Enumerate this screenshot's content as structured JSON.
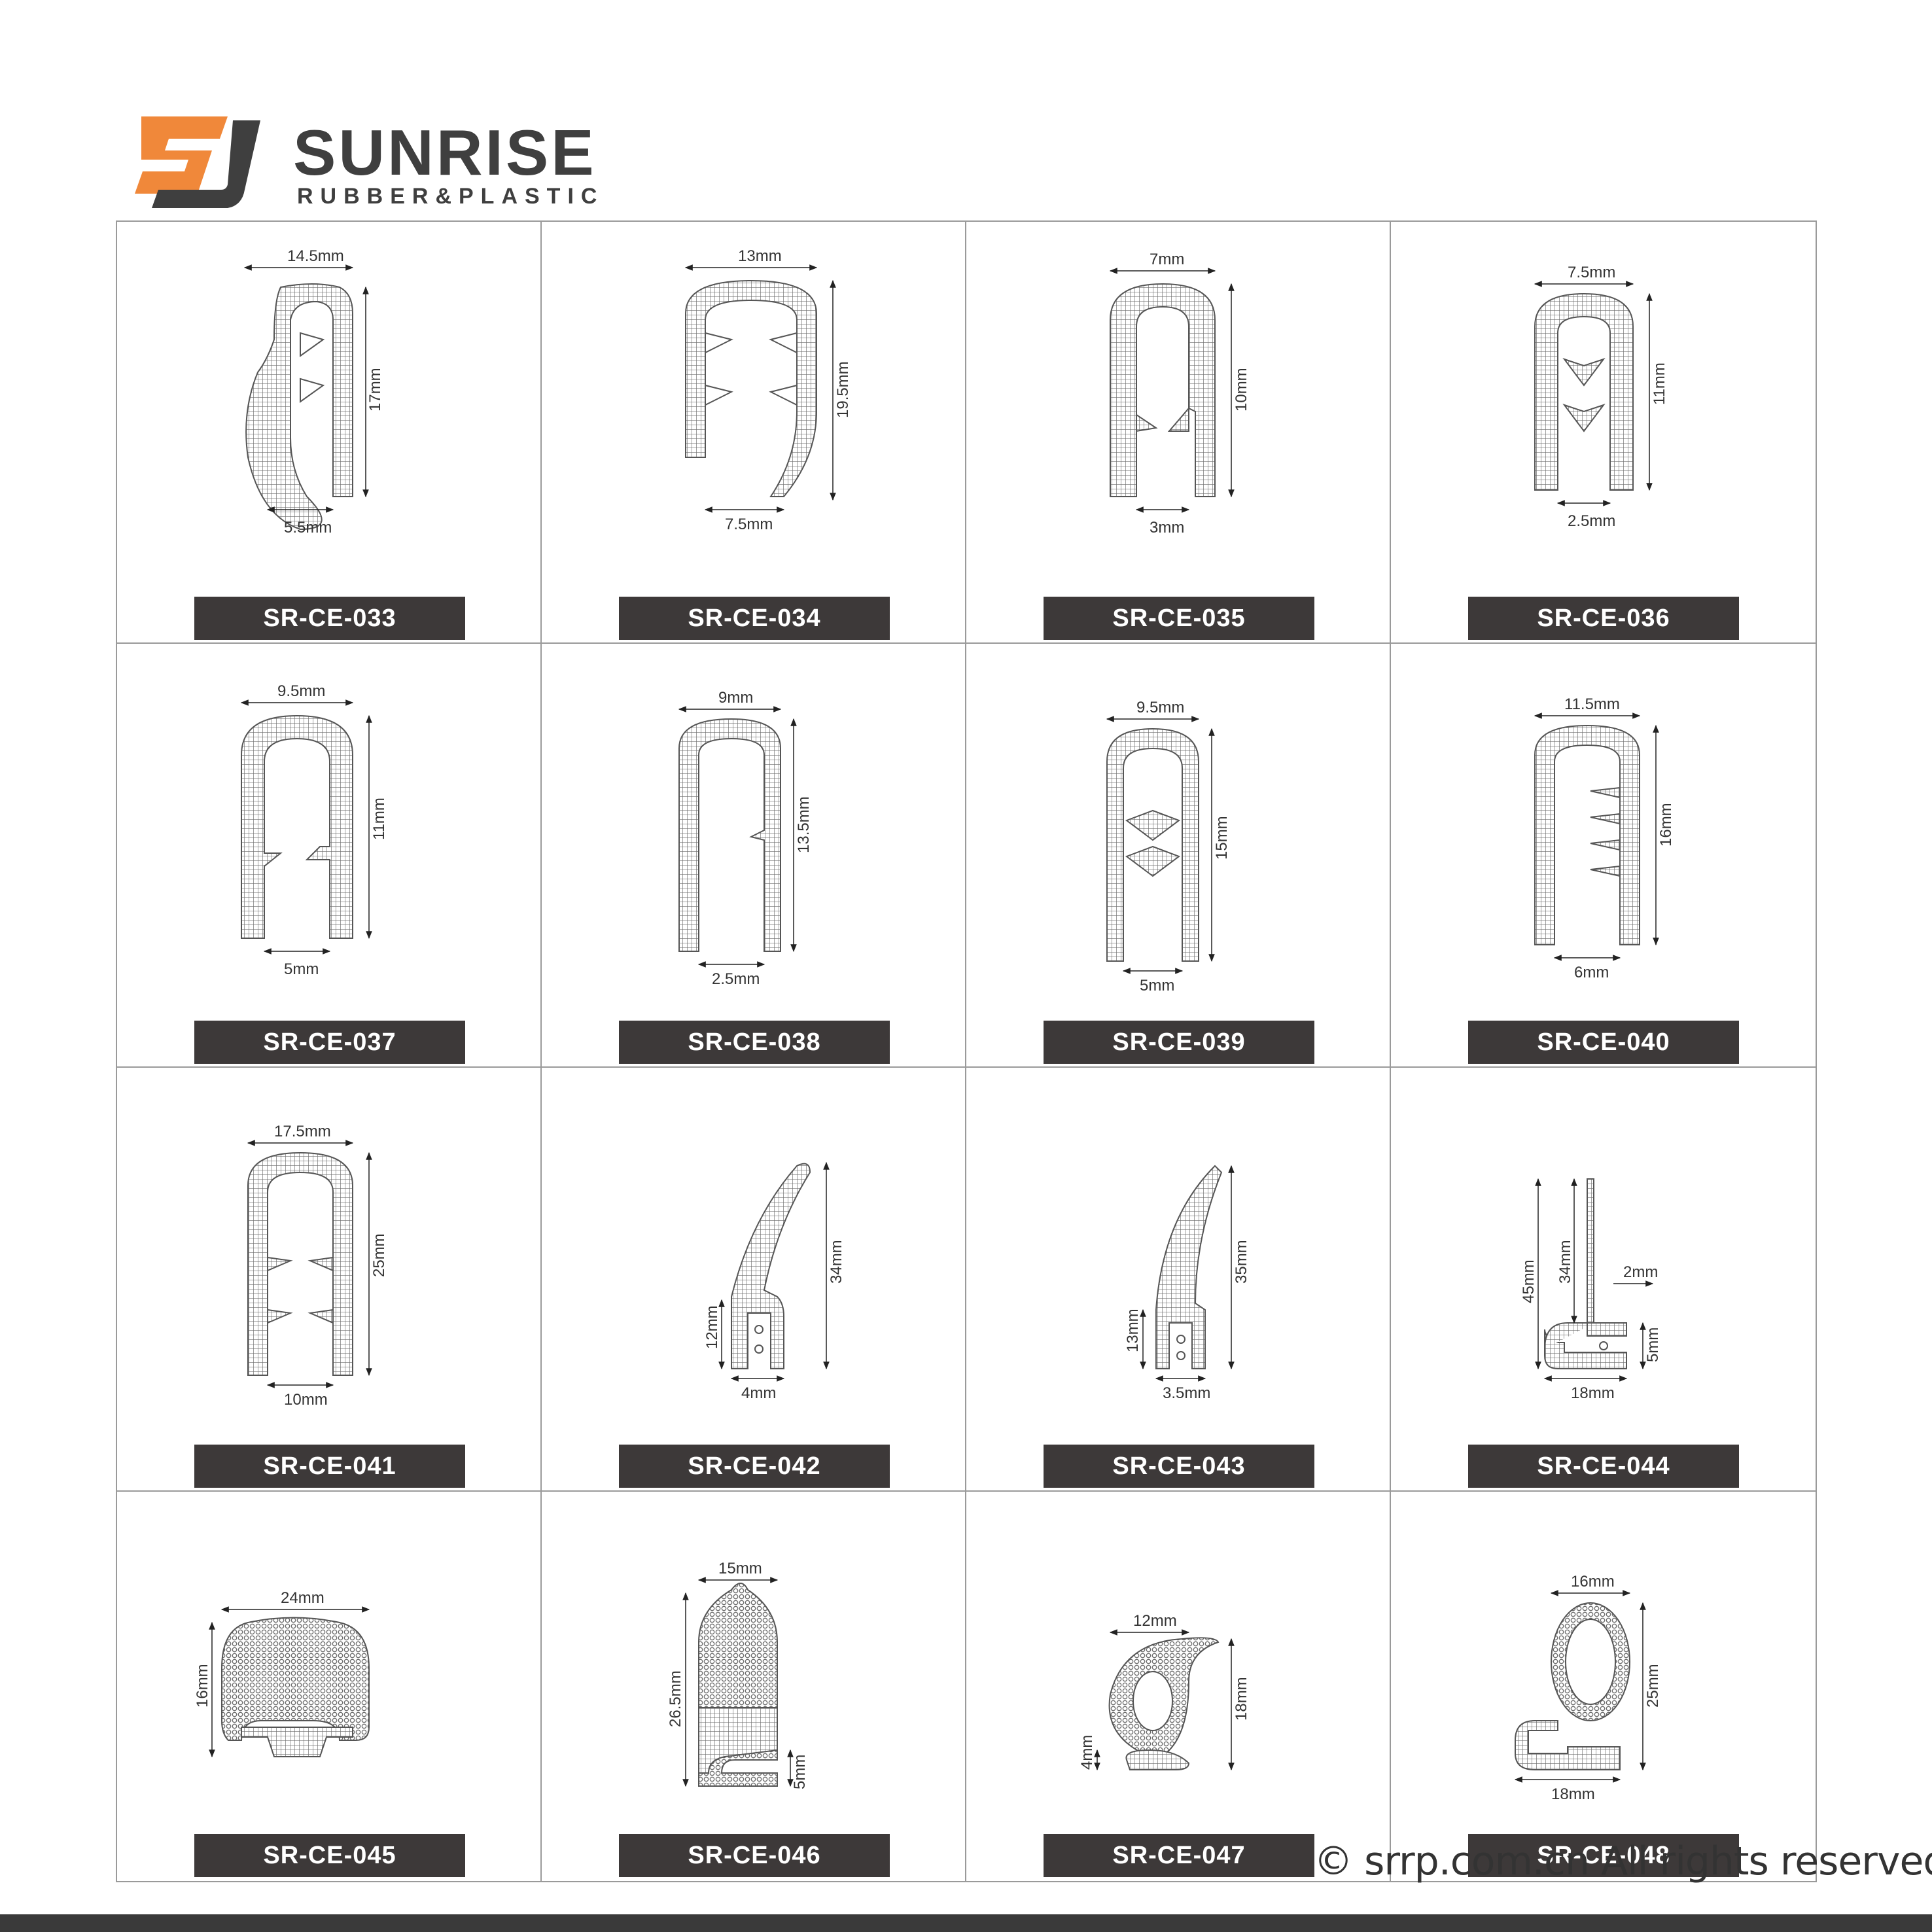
{
  "brand": {
    "name": "SUNRISE",
    "tagline": "RUBBER&PLASTIC",
    "colors": {
      "orange": "#f0883a",
      "dark": "#3f3f3f"
    }
  },
  "products": [
    {
      "code": "SR-CE-033",
      "dims": [
        "14.5mm",
        "17mm",
        "5.5mm"
      ]
    },
    {
      "code": "SR-CE-034",
      "dims": [
        "13mm",
        "19.5mm",
        "7.5mm"
      ]
    },
    {
      "code": "SR-CE-035",
      "dims": [
        "7mm",
        "10mm",
        "3mm"
      ]
    },
    {
      "code": "SR-CE-036",
      "dims": [
        "7.5mm",
        "11mm",
        "2.5mm"
      ]
    },
    {
      "code": "SR-CE-037",
      "dims": [
        "9.5mm",
        "11mm",
        "5mm"
      ]
    },
    {
      "code": "SR-CE-038",
      "dims": [
        "9mm",
        "13.5mm",
        "2.5mm"
      ]
    },
    {
      "code": "SR-CE-039",
      "dims": [
        "9.5mm",
        "15mm",
        "5mm"
      ]
    },
    {
      "code": "SR-CE-040",
      "dims": [
        "11.5mm",
        "16mm",
        "6mm"
      ]
    },
    {
      "code": "SR-CE-041",
      "dims": [
        "17.5mm",
        "25mm",
        "10mm"
      ]
    },
    {
      "code": "SR-CE-042",
      "dims": [
        "34mm",
        "12mm",
        "4mm"
      ]
    },
    {
      "code": "SR-CE-043",
      "dims": [
        "35mm",
        "13mm",
        "3.5mm"
      ]
    },
    {
      "code": "SR-CE-044",
      "dims": [
        "45mm",
        "34mm",
        "2mm",
        "5mm",
        "18mm"
      ]
    },
    {
      "code": "SR-CE-045",
      "dims": [
        "24mm",
        "16mm"
      ]
    },
    {
      "code": "SR-CE-046",
      "dims": [
        "15mm",
        "26.5mm",
        "5mm"
      ]
    },
    {
      "code": "SR-CE-047",
      "dims": [
        "12mm",
        "18mm",
        "4mm"
      ]
    },
    {
      "code": "SR-CE-048",
      "dims": [
        "16mm",
        "25mm",
        "18mm"
      ]
    }
  ],
  "footer": {
    "copyright": "© srrp.com.cn All rights reserved."
  }
}
